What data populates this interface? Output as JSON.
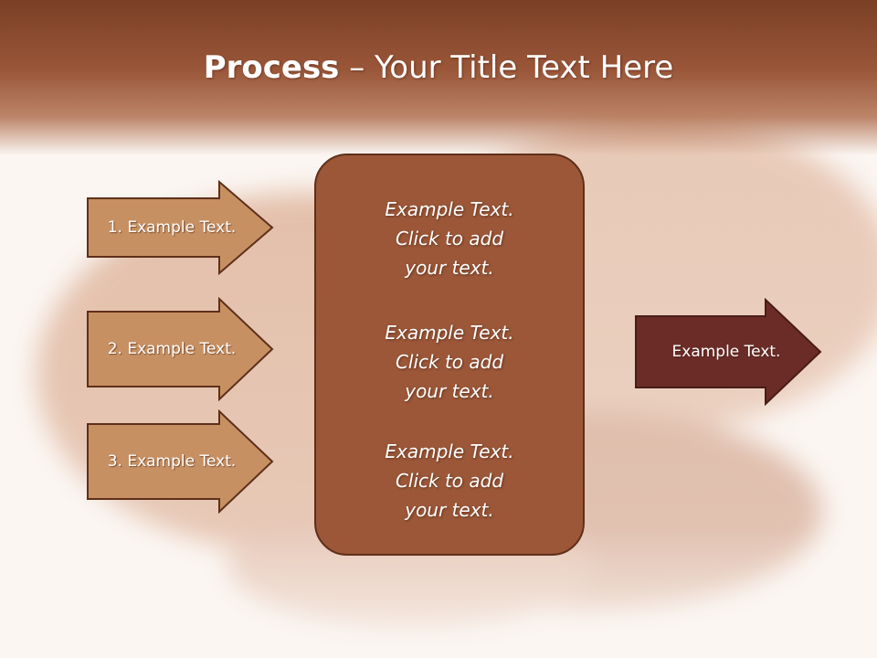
{
  "slide": {
    "title_bold": "Process",
    "title_rest": " – Your Title Text Here"
  },
  "left_arrows": [
    {
      "label": "1. Example Text."
    },
    {
      "label": "2. Example Text."
    },
    {
      "label": "3. Example Text."
    }
  ],
  "center_box": {
    "paragraphs": [
      {
        "line1": "Example Text.",
        "line2": "Click  to add",
        "line3": "your text."
      },
      {
        "line1": "Example Text.",
        "line2": "Click  to add",
        "line3": "your text."
      },
      {
        "line1": "Example Text.",
        "line2": "Click  to add",
        "line3": "your text."
      }
    ]
  },
  "right_arrow": {
    "label": "Example Text."
  },
  "colors": {
    "left_arrow_fill": "#c79062",
    "center_box_fill": "#9b5738",
    "right_arrow_fill": "#6b2c28",
    "outline": "#5f2f1a"
  }
}
